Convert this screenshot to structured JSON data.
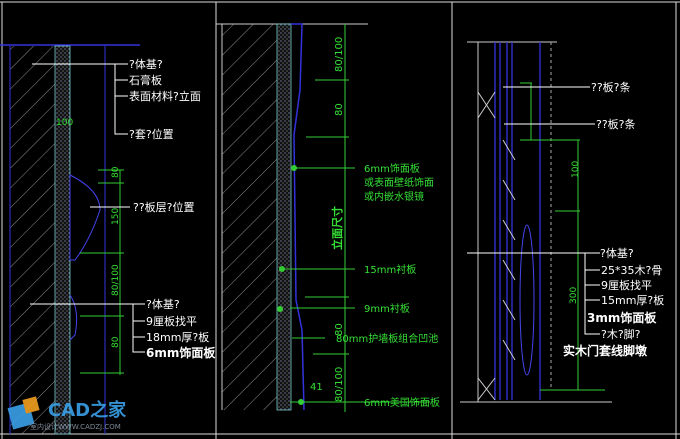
{
  "panel_left": {
    "labels": [
      "?体基?",
      "石膏板",
      "表面材料?立面",
      "?套?位置",
      "??板层?位置"
    ],
    "labels_bottom": [
      "?体基?",
      "9厘板找平",
      "18mm厚?板",
      "6mm饰面板"
    ],
    "dims": [
      "100",
      "80",
      "150",
      "80/100",
      "80"
    ]
  },
  "panel_middle": {
    "labels": [
      "6mm饰面板",
      "或表面壁纸饰面",
      "或内嵌水银镜",
      "15mm衬板",
      "9mm衬板",
      "80mm护墙板组合凹池",
      "6mm美国饰面板"
    ],
    "dims": [
      "80/100",
      "80",
      "立面尺寸",
      "80",
      "80/100",
      "41"
    ]
  },
  "panel_right": {
    "labels": [
      "??板?条",
      "??板?条",
      "?体基?",
      "25*35木?骨",
      "9厘板找平",
      "15mm厚?板",
      "3mm饰面板",
      "?木?脚?",
      "实木门套线脚墩"
    ],
    "dims": [
      "100",
      "300"
    ]
  },
  "watermark": {
    "brand": "CAD之家",
    "url": "室内设计WWW.CADZJ.COM"
  },
  "colors": {
    "background": "#000000",
    "annotation": "#35e035",
    "outline": "#2a2ae0",
    "leader": "#ffffff"
  }
}
